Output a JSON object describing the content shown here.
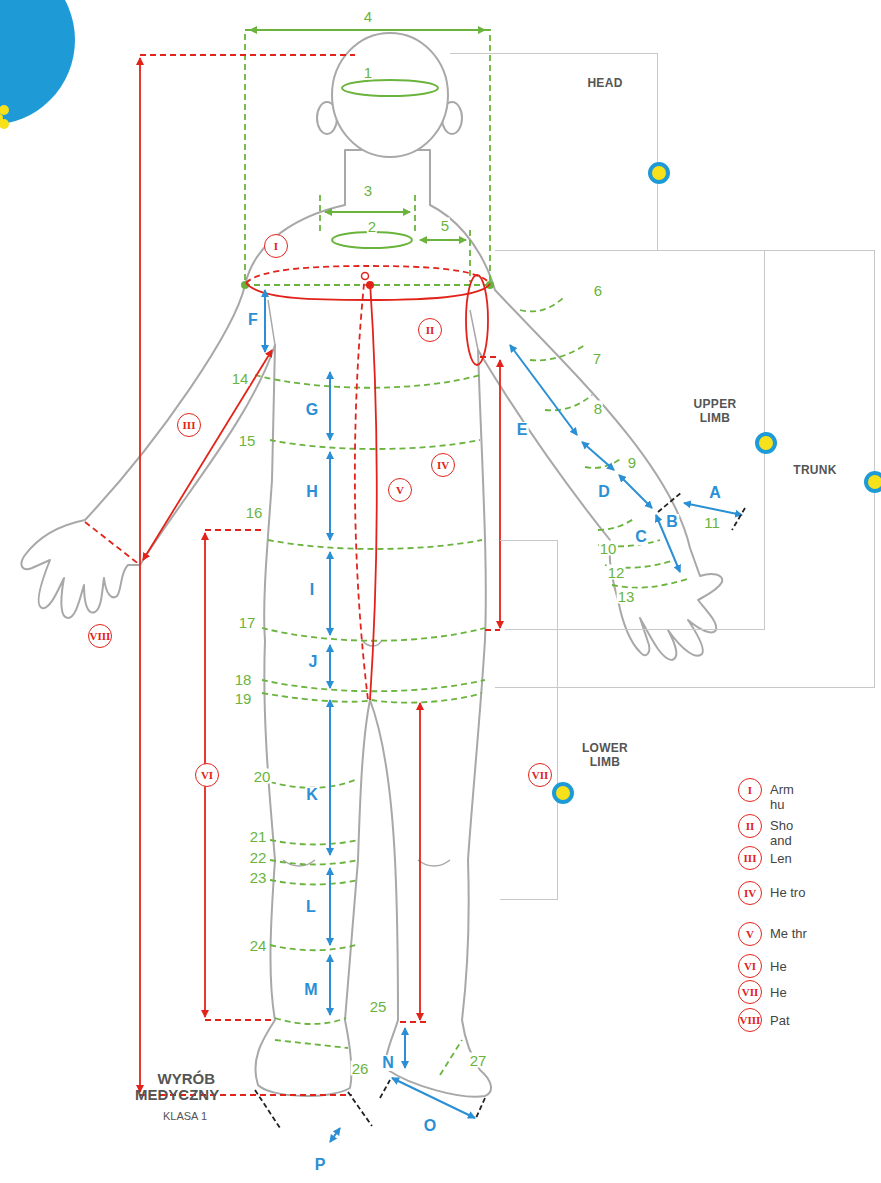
{
  "diagram": {
    "nodes": [
      {
        "text": [
          "HEAD"
        ]
      },
      {
        "text": [
          "UPPER LIMB"
        ]
      },
      {
        "text": [
          "TRUNK"
        ]
      },
      {
        "text": [
          "LOWER LIMB"
        ]
      }
    ],
    "labels": [
      "1",
      "2",
      "3",
      "4",
      "5",
      "6",
      "7",
      "8",
      "9",
      "10",
      "11",
      "12",
      "13",
      "14",
      "15",
      "16",
      "17",
      "18",
      "19",
      "20",
      "21",
      "22",
      "23",
      "24",
      "25",
      "26",
      "27",
      "A",
      "B",
      "C",
      "D",
      "E",
      "F",
      "G",
      "H",
      "I",
      "J",
      "K",
      "L",
      "M",
      "N",
      "O",
      "P",
      "I",
      "II",
      "III",
      "IV",
      "V",
      "VI",
      "VII",
      "VIII",
      "I",
      "II",
      "III",
      "IV",
      "V",
      "VI",
      "VII",
      "VIII",
      "WYRÓB MEDYCZNY",
      "KLASA 1"
    ],
    "legend": [
      {
        "text": "Arm hu"
      },
      {
        "text": "Sho and"
      },
      {
        "text": "Len"
      },
      {
        "text": "He tro"
      },
      {
        "text": "Me thr"
      },
      {
        "text": "He"
      },
      {
        "text": "He"
      },
      {
        "text": "Pat"
      }
    ]
  }
}
